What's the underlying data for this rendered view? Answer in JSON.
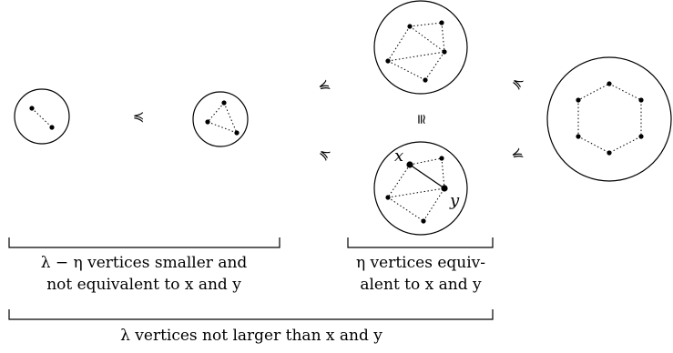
{
  "relations": {
    "r1": "≼",
    "r2": "≼",
    "r3": "≼",
    "r4": "≼",
    "r5": "≼",
    "iso": "≅"
  },
  "graph_labels": {
    "x": "x",
    "y": "y"
  },
  "captions": {
    "left_line1": "λ − η vertices smaller and",
    "left_line2": "not equivalent to x and y",
    "mid_line1": "η vertices equiv-",
    "mid_line2": "alent to x and y",
    "bottom": "λ vertices not larger than x and y"
  },
  "colors": {
    "stroke": "#000000",
    "background": "#ffffff"
  }
}
